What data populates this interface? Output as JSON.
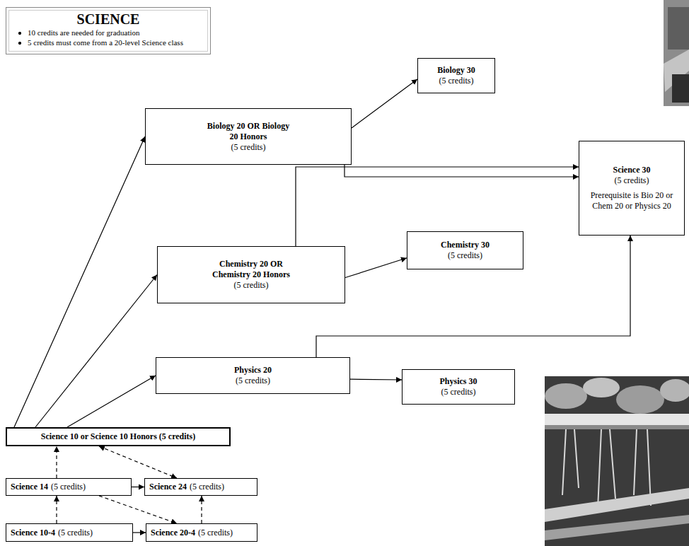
{
  "diagram": {
    "nodes": [
      {
        "text": [
          "SCIENCE",
          "10 credits are needed for graduation",
          "5 credits must come from a 20-level Science class"
        ]
      },
      {
        "text": [
          "Biology 30",
          "(5 credits)"
        ]
      },
      {
        "text": [
          "Biology 20 OR Biology 20 Honors",
          "(5 credits)"
        ]
      },
      {
        "text": [
          "Science 30",
          "(5 credits)",
          "Prerequisite is Bio 20 or Chem 20 or Physics 20"
        ]
      },
      {
        "text": [
          "Chemistry 20 OR Chemistry 20 Honors",
          "(5 credits)"
        ]
      },
      {
        "text": [
          "Chemistry 30",
          "(5 credits)"
        ]
      },
      {
        "text": [
          "Physics 20",
          "(5 credits)"
        ]
      },
      {
        "text": [
          "Physics 30",
          "(5 credits)"
        ]
      },
      {
        "text": [
          "Science 10 or Science 10 Honors (5 credits)"
        ]
      },
      {
        "text": [
          "Science 14",
          "(5 credits)"
        ]
      },
      {
        "text": [
          "Science 24",
          "(5 credits)"
        ]
      },
      {
        "text": [
          "Science 10-4",
          "(5 credits)"
        ]
      },
      {
        "text": [
          "Science 20-4",
          "(5 credits)"
        ]
      }
    ],
    "edges": [
      {
        "from": 8,
        "to": 2,
        "arrow": "to"
      },
      {
        "from": 8,
        "to": 4,
        "arrow": "to"
      },
      {
        "from": 8,
        "to": 6,
        "arrow": "to"
      },
      {
        "from": 2,
        "to": 1,
        "arrow": "to"
      },
      {
        "from": 2,
        "to": 3,
        "arrow": "to"
      },
      {
        "from": 4,
        "to": 3,
        "arrow": "to"
      },
      {
        "from": 4,
        "to": 5,
        "arrow": "to"
      },
      {
        "from": 6,
        "to": 7,
        "arrow": "to"
      },
      {
        "from": 6,
        "to": 3,
        "arrow": "to"
      },
      {
        "from": 9,
        "to": 8,
        "arrow": "to"
      },
      {
        "from": 8,
        "to": 10,
        "arrow": "both"
      },
      {
        "from": 9,
        "to": 10,
        "arrow": "to"
      },
      {
        "from": 9,
        "to": 12,
        "arrow": "to"
      },
      {
        "from": 11,
        "to": 9,
        "arrow": "to"
      },
      {
        "from": 11,
        "to": 12,
        "arrow": "to"
      },
      {
        "from": 12,
        "to": 10,
        "arrow": "to"
      }
    ]
  }
}
